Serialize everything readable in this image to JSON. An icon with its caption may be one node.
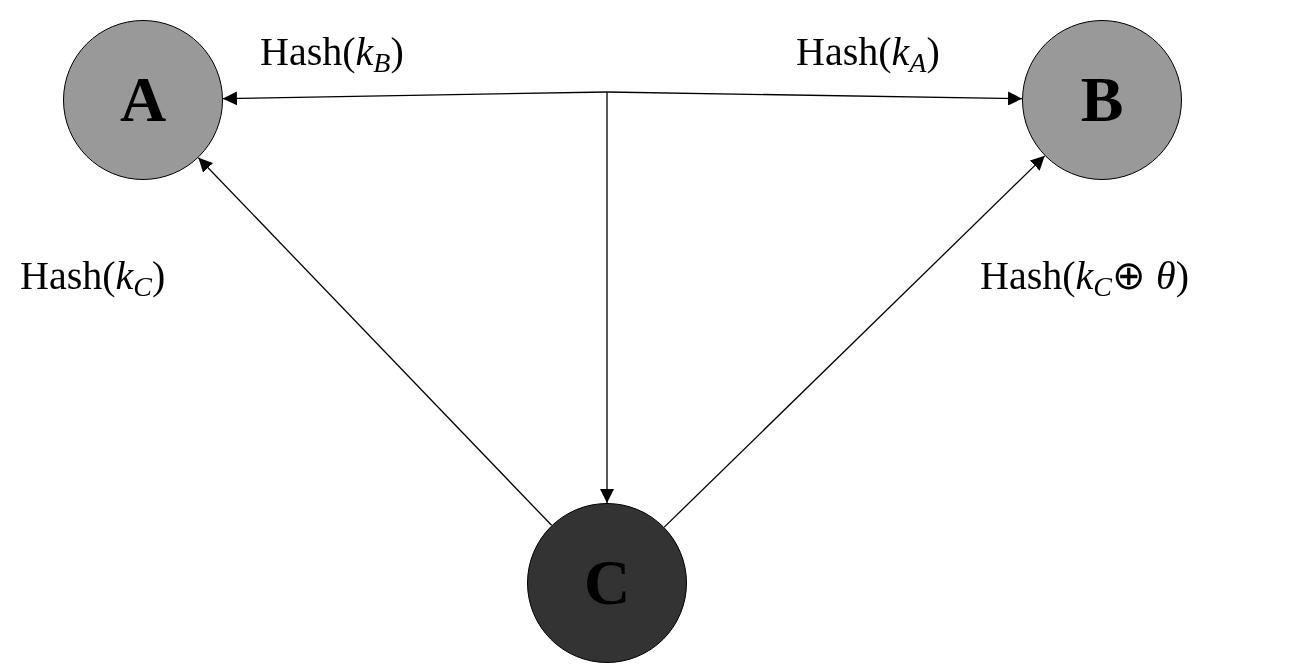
{
  "diagram": {
    "nodes": [
      {
        "text": [
          "A"
        ]
      },
      {
        "text": [
          "B"
        ]
      },
      {
        "text": [
          "C"
        ]
      }
    ],
    "edges": [
      {
        "from": null,
        "to": 0,
        "arrow": "to",
        "label": "Hash(*k*$_{B}$)"
      },
      {
        "from": null,
        "to": 1,
        "arrow": "to",
        "label": "Hash(*k*$_{A}$)"
      },
      {
        "from": null,
        "to": 2,
        "arrow": "to"
      },
      {
        "from": 2,
        "to": 0,
        "arrow": "to",
        "label": "Hash(*k*$_{C}$)"
      },
      {
        "from": 2,
        "to": 1,
        "arrow": "to",
        "label": "Hash(*k*$_{C}$⊕ *θ*)"
      }
    ]
  }
}
